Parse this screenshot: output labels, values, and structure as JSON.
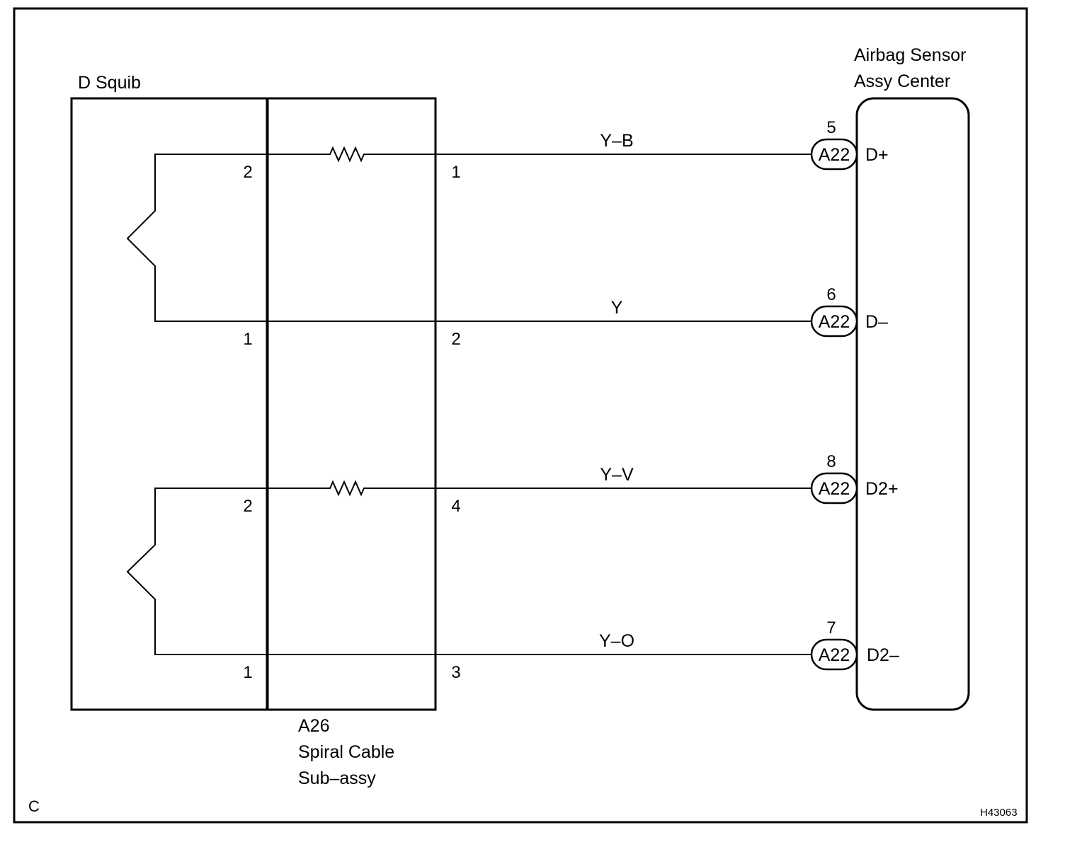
{
  "diagram": {
    "squib_title": "D Squib",
    "sensor_title_line1": "Airbag Sensor",
    "sensor_title_line2": "Assy Center",
    "spiral_label_line1": "A26",
    "spiral_label_line2": "Spiral Cable",
    "spiral_label_line3": "Sub–assy",
    "corner_letter": "C",
    "figure_code": "H43063",
    "circuits": [
      {
        "squib_pin": "2",
        "spiral_pin": "1",
        "wire_color": "Y–B",
        "connector_pin": "5",
        "connector": "A22",
        "terminal": "D+",
        "has_resistor": true
      },
      {
        "squib_pin": "1",
        "spiral_pin": "2",
        "wire_color": "Y",
        "connector_pin": "6",
        "connector": "A22",
        "terminal": "D–",
        "has_resistor": false
      },
      {
        "squib_pin": "2",
        "spiral_pin": "4",
        "wire_color": "Y–V",
        "connector_pin": "8",
        "connector": "A22",
        "terminal": "D2+",
        "has_resistor": true
      },
      {
        "squib_pin": "1",
        "spiral_pin": "3",
        "wire_color": "Y–O",
        "connector_pin": "7",
        "connector": "A22",
        "terminal": "D2–",
        "has_resistor": false
      }
    ]
  }
}
